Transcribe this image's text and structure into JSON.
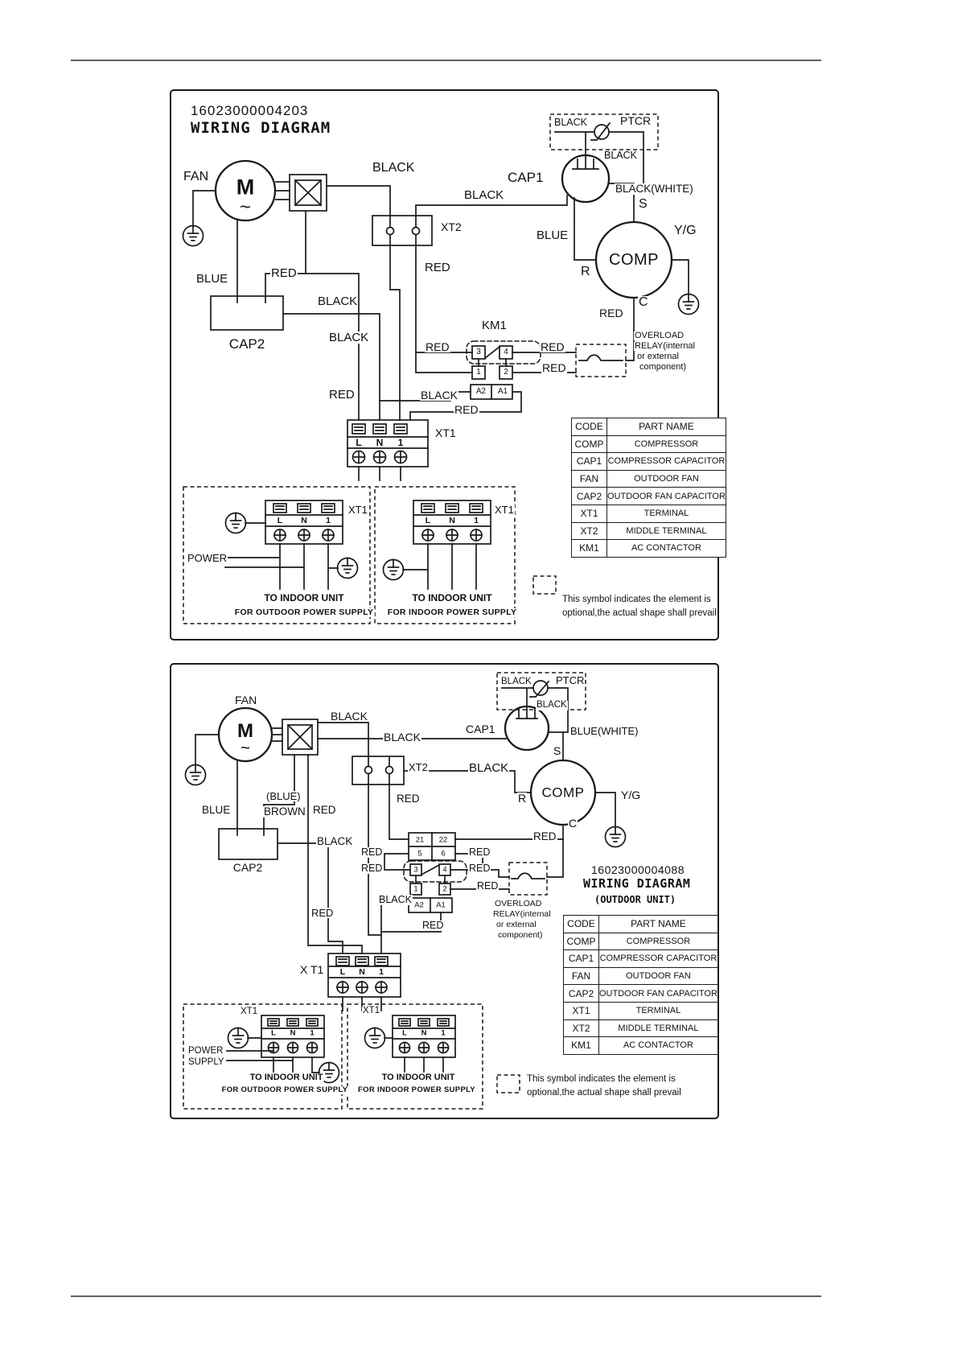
{
  "d1": {
    "code": "16023000004203",
    "title": "WIRING DIAGRAM",
    "fan": "FAN",
    "motor_m": "M",
    "motor_tilde": "~",
    "w_black_top": "BLACK",
    "ptcr_black_top": "BLACK",
    "ptcr_name": "PTCR",
    "ptcr_black_bottom": "BLACK",
    "cap1": "CAP1",
    "w_black_xt2_cap1": "BLACK",
    "black_white": "BLACK(WHITE)",
    "term_s": "S",
    "term_r": "R",
    "term_c": "C",
    "w_blue_cap1": "BLUE",
    "comp": "COMP",
    "yg": "Y/G",
    "xt2": "XT2",
    "w_red_xt2": "RED",
    "w_blue_cap2": "BLUE",
    "w_red_cap2": "RED",
    "cap2": "CAP2",
    "w_black_cap2_a": "BLACK",
    "w_black_cap2_b": "BLACK",
    "km1": "KM1",
    "w_red_km_in": "RED",
    "w_red_km_out_top": "RED",
    "w_red_km_out_bot": "RED",
    "w_red_comp_c": "RED",
    "w_red_xt1": "RED",
    "w_black_coil": "BLACK",
    "w_red_coil": "RED",
    "xt1": "XT1",
    "km_terms": [
      "3",
      "4",
      "1",
      "2",
      "A2",
      "A1"
    ],
    "lnl": [
      "L",
      "N",
      "1"
    ],
    "overload": [
      "OVERLOAD",
      "RELAY(internal",
      "or external",
      "component)"
    ],
    "box1": {
      "xt1": "XT1",
      "power": "POWER",
      "to": "TO INDOOR UNIT",
      "for": "FOR OUTDOOR POWER SUPPLY"
    },
    "box2": {
      "xt1": "XT1",
      "to": "TO INDOOR UNIT",
      "for": "FOR INDOOR POWER SUPPLY"
    },
    "table": {
      "header": [
        "CODE",
        "PART NAME"
      ],
      "rows": [
        [
          "COMP",
          "COMPRESSOR"
        ],
        [
          "CAP1",
          "COMPRESSOR CAPACITOR"
        ],
        [
          "FAN",
          "OUTDOOR FAN"
        ],
        [
          "CAP2",
          "OUTDOOR FAN CAPACITOR"
        ],
        [
          "XT1",
          "TERMINAL"
        ],
        [
          "XT2",
          "MIDDLE TERMINAL"
        ],
        [
          "KM1",
          "AC CONTACTOR"
        ]
      ]
    },
    "note": [
      "This symbol indicates the element is",
      "optional,the actual shape shall prevail"
    ]
  },
  "d2": {
    "code": "16023000004088",
    "title": "WIRING DIAGRAM",
    "subtitle": "(OUTDOOR UNIT)",
    "fan": "FAN",
    "motor_m": "M",
    "motor_tilde": "~",
    "w_black_top": "BLACK",
    "w_black_mid": "BLACK",
    "ptcr_black_top": "BLACK",
    "ptcr_name": "PTCR",
    "ptcr_black_bottom": "BLACK",
    "cap1": "CAP1",
    "blue_white": "BLUE(WHITE)",
    "term_s": "S",
    "term_r": "R",
    "term_c": "C",
    "w_black_comp": "BLACK",
    "comp": "COMP",
    "yg": "Y/G",
    "xt2": "XT2",
    "w_red_xt2": "RED",
    "blue_paren": "(BLUE)",
    "brown": "BROWN",
    "w_blue": "BLUE",
    "w_red_conn": "RED",
    "cap2": "CAP2",
    "w_black_cap2": "BLACK",
    "w_red_in1": "RED",
    "w_red_in2": "RED",
    "w_red_out1": "RED",
    "w_red_out2": "RED",
    "w_red_comp_c": "RED",
    "w_red_ol": "RED",
    "w_black_coil": "BLACK",
    "w_red_xt1": "RED",
    "w_red_coil": "RED",
    "xt1": "X T1",
    "km_terms": [
      "21",
      "22",
      "5",
      "6",
      "3",
      "4",
      "1",
      "2",
      "A2",
      "A1"
    ],
    "lnl": [
      "L",
      "N",
      "1"
    ],
    "overload": [
      "OVERLOAD",
      "RELAY(internal",
      "or external",
      "component)"
    ],
    "box1": {
      "xt1": "XT1",
      "power": "POWER",
      "supply": "SUPPLY",
      "to": "TO INDOOR UNIT",
      "for": "FOR OUTDOOR POWER SUPPLY"
    },
    "box2": {
      "xt1": "XT1",
      "to": "TO INDOOR UNIT",
      "for": "FOR INDOOR POWER SUPPLY"
    },
    "table": {
      "header": [
        "CODE",
        "PART NAME"
      ],
      "rows": [
        [
          "COMP",
          "COMPRESSOR"
        ],
        [
          "CAP1",
          "COMPRESSOR CAPACITOR"
        ],
        [
          "FAN",
          "OUTDOOR FAN"
        ],
        [
          "CAP2",
          "OUTDOOR FAN CAPACITOR"
        ],
        [
          "XT1",
          "TERMINAL"
        ],
        [
          "XT2",
          "MIDDLE TERMINAL"
        ],
        [
          "KM1",
          "AC CONTACTOR"
        ]
      ]
    },
    "note": [
      "This symbol indicates the element is",
      "optional,the actual shape shall prevail"
    ]
  }
}
